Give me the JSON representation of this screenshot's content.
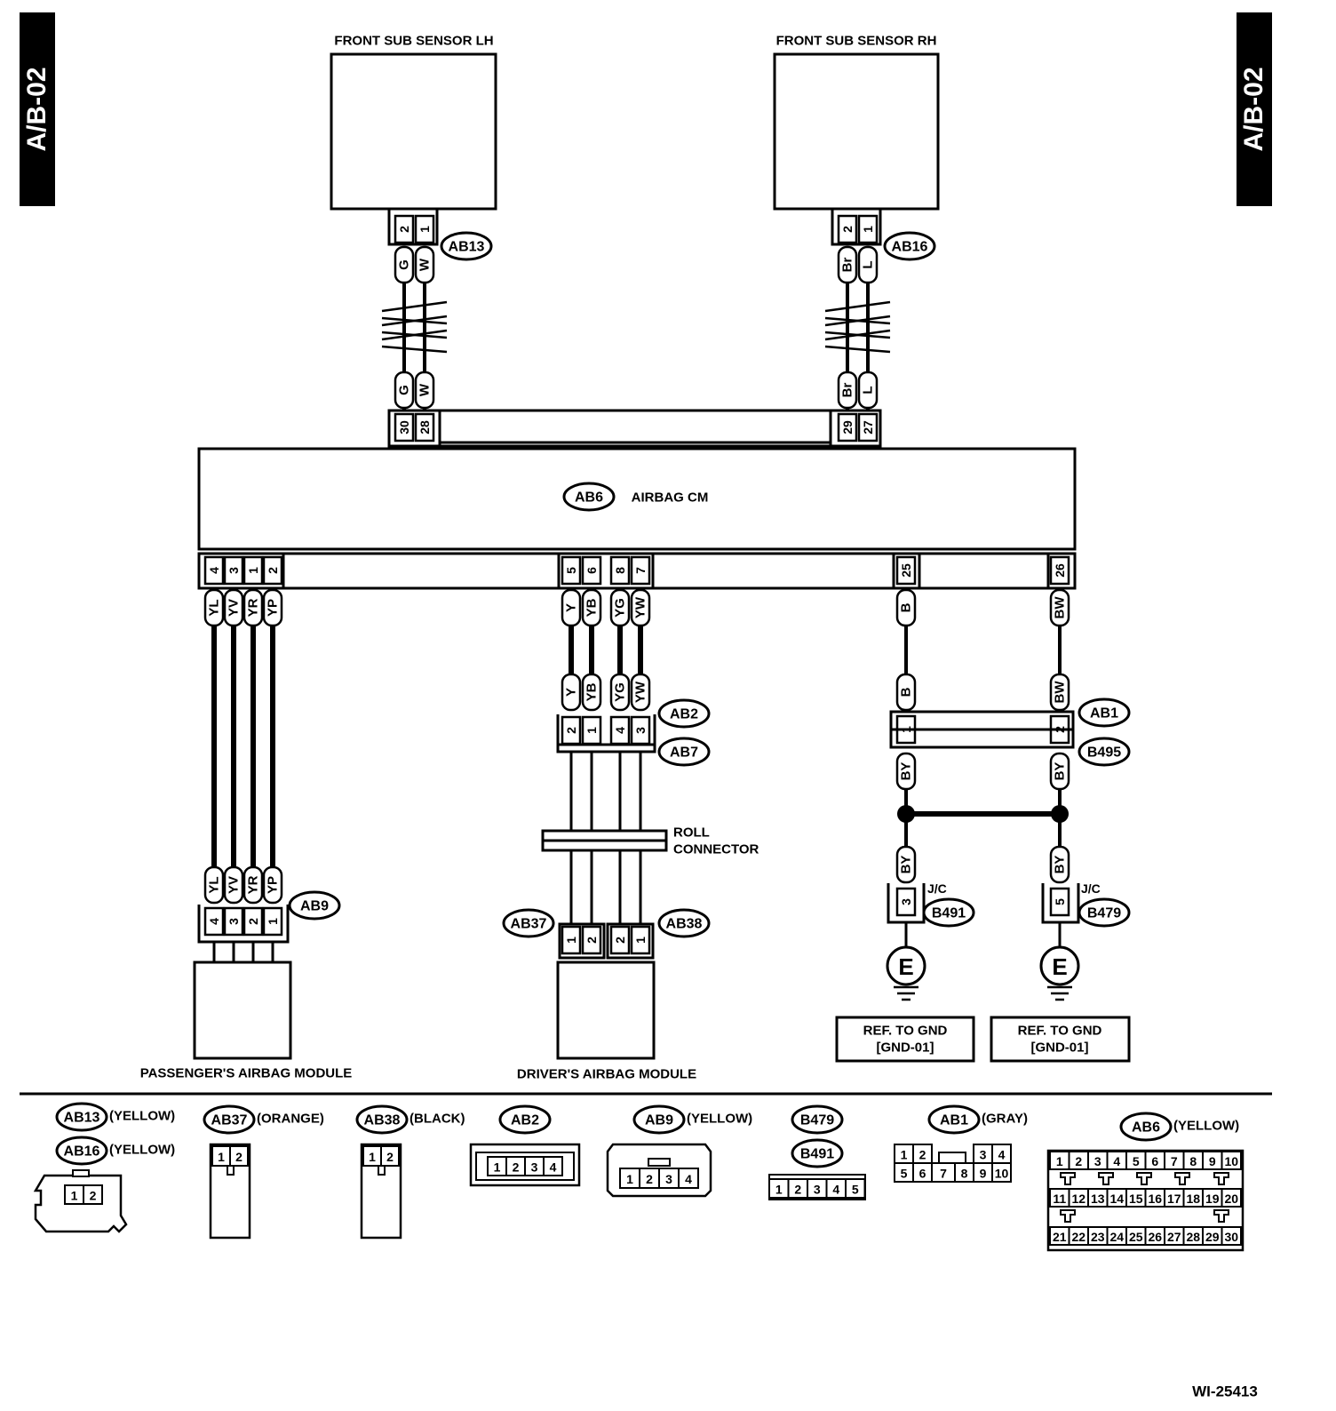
{
  "page_tag": "A/B-02",
  "figure_id": "WI-25413",
  "components": {
    "sensor_lh": "FRONT SUB SENSOR LH",
    "sensor_rh": "FRONT SUB SENSOR RH",
    "airbag_cm": "AIRBAG CM",
    "passenger_module": "PASSENGER'S AIRBAG MODULE",
    "driver_module": "DRIVER'S AIRBAG MODULE",
    "roll_connector": [
      "ROLL",
      "CONNECTOR"
    ],
    "ground_box": [
      "REF. TO GND",
      "[GND-01]"
    ],
    "ground_symbol": "E",
    "jc_label": "J/C"
  },
  "connectors": {
    "ab13": "AB13",
    "ab16": "AB16",
    "ab6": "AB6",
    "ab2": "AB2",
    "ab7": "AB7",
    "ab9": "AB9",
    "ab37": "AB37",
    "ab38": "AB38",
    "ab1": "AB1",
    "b495": "B495",
    "b491": "B491",
    "b479": "B479"
  },
  "pins": {
    "ab13": [
      "2",
      "1"
    ],
    "ab16": [
      "2",
      "1"
    ],
    "cm_top_left": [
      "30",
      "28"
    ],
    "cm_top_right": [
      "29",
      "27"
    ],
    "cm_bottom_pass": [
      "4",
      "3",
      "1",
      "2"
    ],
    "cm_bottom_drv": [
      "5",
      "6",
      "8",
      "7"
    ],
    "cm_bottom_gnd": [
      "25",
      "26"
    ],
    "ab2_ab7": [
      "2",
      "1",
      "4",
      "3"
    ],
    "ab9": [
      "4",
      "3",
      "2",
      "1"
    ],
    "ab37": [
      "1",
      "2"
    ],
    "ab38": [
      "2",
      "1"
    ],
    "ab1_b495": [
      "1",
      "2"
    ],
    "b491": "3",
    "b479": "5"
  },
  "wires": {
    "lh": [
      "G",
      "W"
    ],
    "rh": [
      "Br",
      "L"
    ],
    "pass": [
      "YL",
      "YV",
      "YR",
      "YP"
    ],
    "drv": [
      "Y",
      "YB",
      "YG",
      "YW"
    ],
    "gnd_upper": [
      "B",
      "BW"
    ],
    "gnd_lower": "BY"
  },
  "legend": {
    "ab13": {
      "label": "AB13",
      "color": "(YELLOW)"
    },
    "ab16": {
      "label": "AB16",
      "color": "(YELLOW)"
    },
    "ab37": {
      "label": "AB37",
      "color": "(ORANGE)"
    },
    "ab38": {
      "label": "AB38",
      "color": "(BLACK)"
    },
    "ab2": {
      "label": "AB2"
    },
    "ab9": {
      "label": "AB9",
      "color": "(YELLOW)"
    },
    "b479": {
      "label": "B479"
    },
    "b491": {
      "label": "B491"
    },
    "ab1": {
      "label": "AB1",
      "color": "(GRAY)"
    },
    "ab6": {
      "label": "AB6",
      "color": "(YELLOW)"
    },
    "pins_ab13": [
      "1",
      "2"
    ],
    "pins_ab37": [
      "1",
      "2"
    ],
    "pins_ab38": [
      "1",
      "2"
    ],
    "pins_ab2": [
      "1",
      "2",
      "3",
      "4"
    ],
    "pins_ab9": [
      "1",
      "2",
      "3",
      "4"
    ],
    "pins_b479": [
      "1",
      "2",
      "3",
      "4",
      "5"
    ],
    "pins_ab1": [
      "1",
      "2",
      "3",
      "4",
      "5",
      "6",
      "7",
      "8",
      "9",
      "10"
    ],
    "pins_ab6": [
      "1",
      "2",
      "3",
      "4",
      "5",
      "6",
      "7",
      "8",
      "9",
      "10",
      "11",
      "12",
      "13",
      "14",
      "15",
      "16",
      "17",
      "18",
      "19",
      "20",
      "21",
      "22",
      "23",
      "24",
      "25",
      "26",
      "27",
      "28",
      "29",
      "30"
    ]
  }
}
